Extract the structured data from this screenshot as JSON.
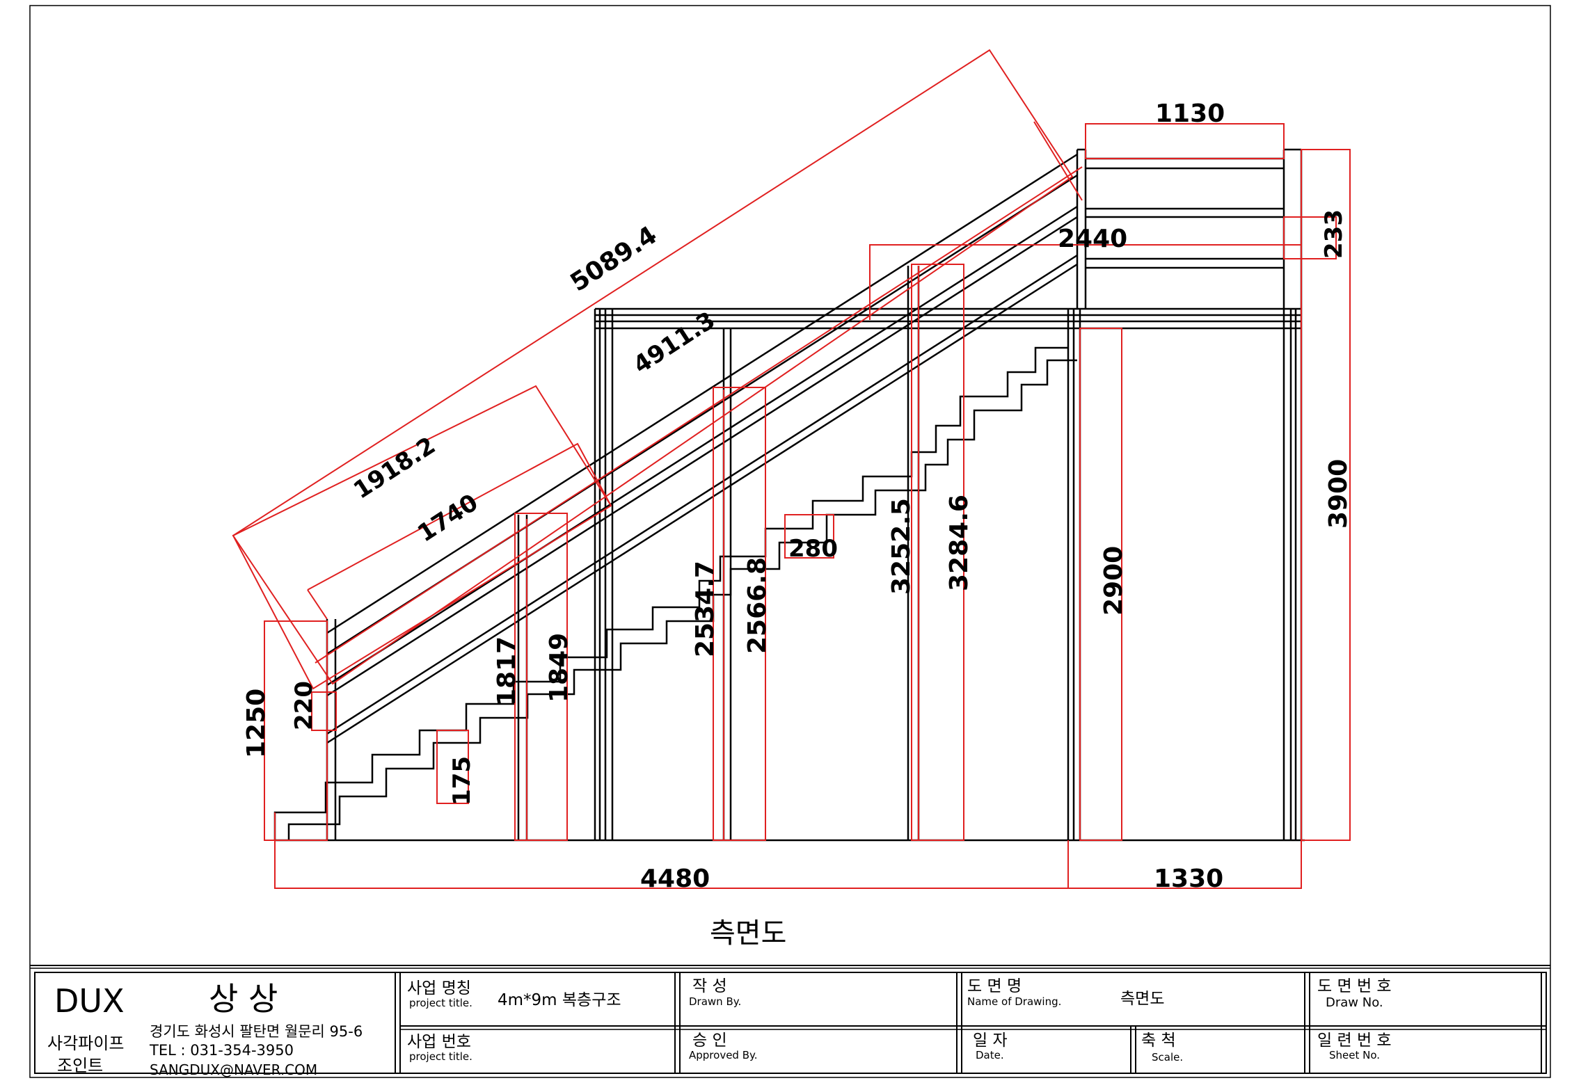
{
  "drawing": {
    "caption": "측면도",
    "dimensions": {
      "d_5089_4": "5089.4",
      "d_4911_3": "4911.3",
      "d_1918_2": "1918.2",
      "d_1740": "1740",
      "d_1130": "1130",
      "d_2440": "2440",
      "d_233": "233",
      "d_3900": "3900",
      "d_2900": "2900",
      "d_3284_6": "3284.6",
      "d_3252_5": "3252.5",
      "d_280": "280",
      "d_2566_8": "2566.8",
      "d_2534_7": "2534.7",
      "d_1849": "1849",
      "d_1817": "1817",
      "d_175": "175",
      "d_220": "220",
      "d_1250": "1250",
      "d_4480": "4480",
      "d_1330": "1330"
    }
  },
  "title_block": {
    "company": {
      "brand": "DUX",
      "name": "상 상",
      "sub_line1": "사각파이프",
      "sub_line2": "조인트",
      "address": "경기도 화성시 팔탄면 월문리 95-6",
      "tel": "TEL : 031-354-3950",
      "email": "SANGDUX@NAVER.COM"
    },
    "project_name_label": "사업 명칭",
    "project_name_sub": "project title.",
    "project_name_value": "4m*9m 복층구조",
    "project_no_label": "사업 번호",
    "project_no_sub": "project title.",
    "drawn_label": "작   성",
    "drawn_sub": "Drawn By.",
    "approved_label": "승   인",
    "approved_sub": "Approved By.",
    "drawing_name_label": "도  면  명",
    "drawing_name_sub": "Name of Drawing.",
    "drawing_name_value": "측면도",
    "date_label": "일  자",
    "date_sub": "Date.",
    "scale_label": "축  척",
    "scale_sub": "Scale.",
    "draw_no_label": "도 면 번 호",
    "draw_no_sub": "Draw No.",
    "sheet_no_label": "일 련 번 호",
    "sheet_no_sub": "Sheet No."
  }
}
